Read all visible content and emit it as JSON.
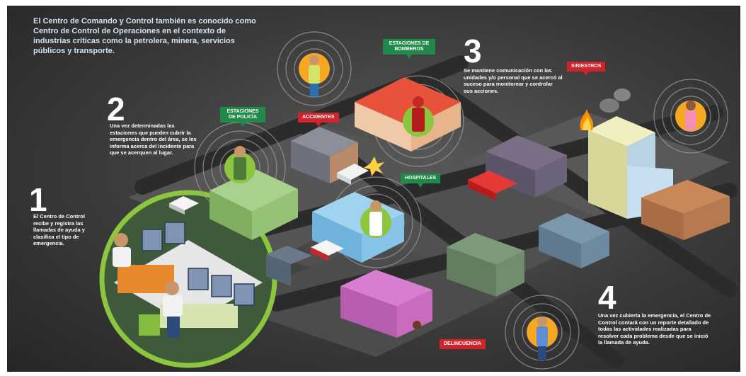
{
  "intro_text": "El Centro de Comando y Control también es conocido como Centro de Control de Operaciones en el contexto de industrias críticas como la petrolera, minera, servicios públicos y transporte.",
  "steps": [
    {
      "number": "1",
      "text": "El Centro de Control recibe y registra las llamadas de ayuda y clasifica el tipo de emergencia."
    },
    {
      "number": "2",
      "text": "Una vez determinadas las estaciones que pueden cubrir la emergencia dentro del área, se les informa acerca del incidente para que se acerquen al lugar."
    },
    {
      "number": "3",
      "text": "Se mantiene comunicación con las unidades y/o personal que se acercó al suceso para monitorear y controlar sus acciones."
    },
    {
      "number": "4",
      "text": "Una vez cubierta la emergencia, el Centro de Control contará con un reporte detallado de todas las actividades realizadas para resolver cada problema desde que se inició la llamada de ayuda."
    }
  ],
  "labels": {
    "policia": "ESTACIONES DE POLICÍA",
    "bomberos": "ESTACIONES DE BOMBEROS",
    "accidentes": "ACCIDENTES",
    "hospitales": "HOSPITALES",
    "siniestros": "SINIESTROS",
    "delincuencia": "DELINCUENCIA"
  },
  "colors": {
    "tag_green": "#1f8a4a",
    "tag_red": "#d2232a",
    "signal_ring_green": "#8cc63f",
    "signal_ring_orange": "#f7a823",
    "road": "#2b2b2b",
    "intro_text": "#cfe3f0"
  },
  "icons": [
    "operator-icon",
    "police-officer-icon",
    "firefighter-icon",
    "doctor-icon",
    "phone-caller-icon",
    "fire-icon",
    "ambulance-icon",
    "fire-truck-icon",
    "police-car-icon"
  ]
}
